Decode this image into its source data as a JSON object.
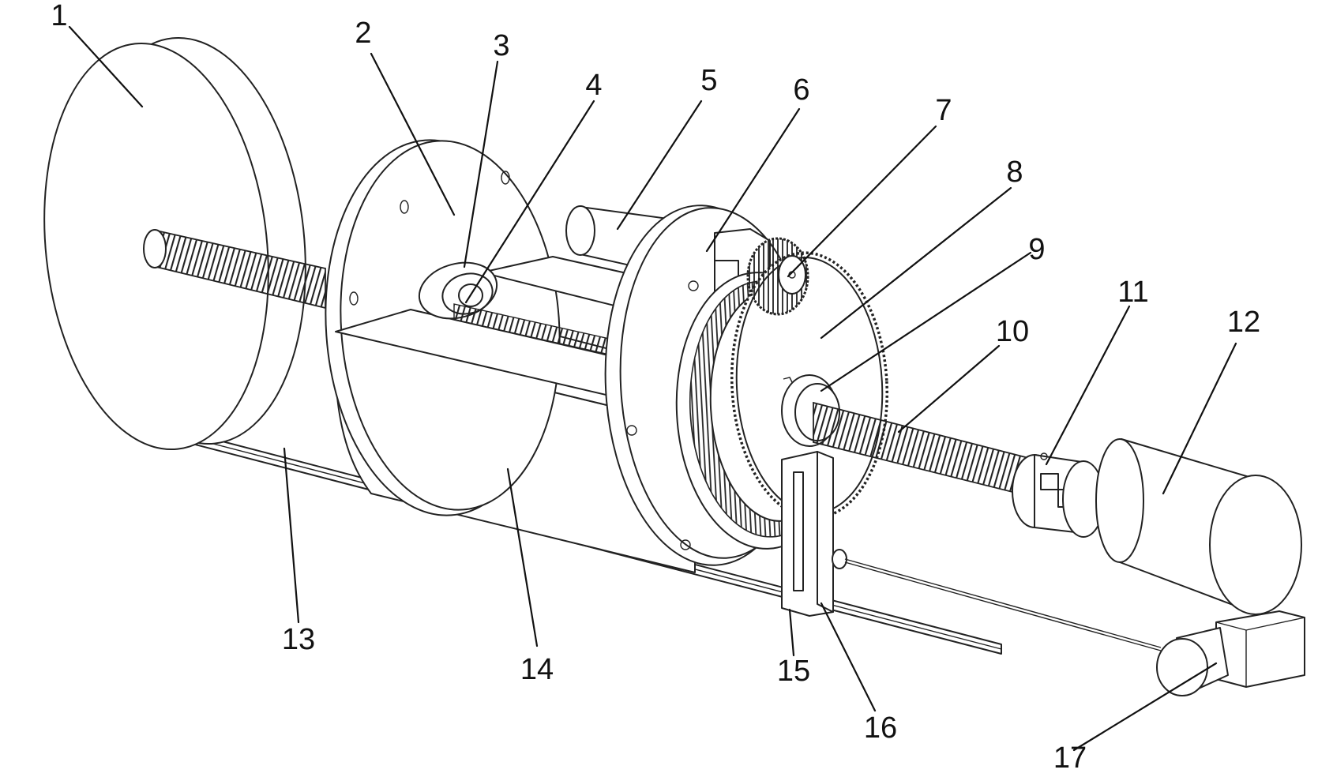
{
  "labels": [
    {
      "id": "1",
      "text": "1"
    },
    {
      "id": "2",
      "text": "2"
    },
    {
      "id": "3",
      "text": "3"
    },
    {
      "id": "4",
      "text": "4"
    },
    {
      "id": "5",
      "text": "5"
    },
    {
      "id": "6",
      "text": "6"
    },
    {
      "id": "7",
      "text": "7"
    },
    {
      "id": "8",
      "text": "8"
    },
    {
      "id": "9",
      "text": "9"
    },
    {
      "id": "10",
      "text": "10"
    },
    {
      "id": "11",
      "text": "11"
    },
    {
      "id": "12",
      "text": "12"
    },
    {
      "id": "13",
      "text": "13"
    },
    {
      "id": "14",
      "text": "14"
    },
    {
      "id": "15",
      "text": "15"
    },
    {
      "id": "16",
      "text": "16"
    },
    {
      "id": "17",
      "text": "17"
    }
  ],
  "colors": {
    "line": "#222222",
    "background": "#ffffff"
  }
}
